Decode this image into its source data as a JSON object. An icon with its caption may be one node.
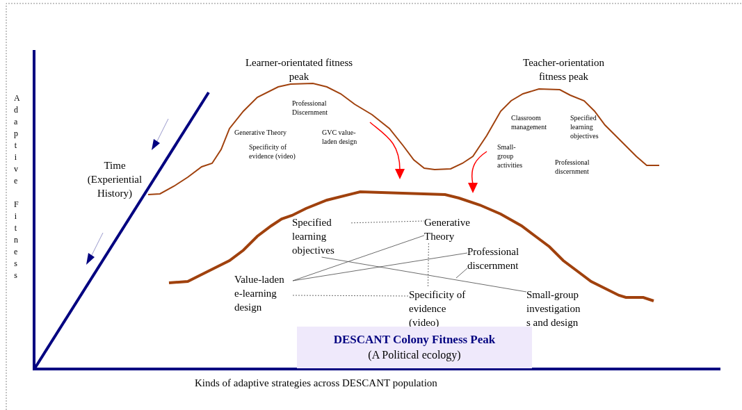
{
  "diagram": {
    "nodes": [
      {
        "text": [
          "Specified learning objectives"
        ]
      },
      {
        "text": [
          "Generative Theory"
        ]
      },
      {
        "text": [
          "Professional discernment"
        ]
      },
      {
        "text": [
          "Value-laden e-learning design"
        ]
      },
      {
        "text": [
          "Specificity of evidence (video)"
        ]
      },
      {
        "text": [
          "Small-group investigation s and design"
        ]
      },
      {
        "text": [
          "DESCANT Colony Fitness Peak",
          "(A Political ecology)"
        ]
      }
    ],
    "edges": [
      {
        "from": 0,
        "to": 1,
        "arrow": "none",
        "style": "dashed"
      },
      {
        "from": 3,
        "to": 1,
        "arrow": "none"
      },
      {
        "from": 3,
        "to": 2,
        "arrow": "none"
      },
      {
        "from": 3,
        "to": 4,
        "arrow": "none",
        "style": "dashed"
      },
      {
        "from": 0,
        "to": 5,
        "arrow": "none"
      },
      {
        "from": 1,
        "to": 4,
        "arrow": "none",
        "style": "dashed"
      },
      {
        "from": 2,
        "to": null,
        "arrow": "none"
      }
    ],
    "labels": [
      "Learner-orientated fitness peak",
      "Teacher-orientation fitness peak",
      "Adaptive Fitness",
      "Time (Experiential History)",
      "Professional Discernment",
      "Classroom management",
      "Specified learning objectives",
      "Generative Theory",
      "GVC value-laden design",
      "Small-group activities",
      "Specificity of evidence (video)",
      "Professional discernment",
      "Kinds of adaptive strategies across DESCANT population"
    ]
  }
}
